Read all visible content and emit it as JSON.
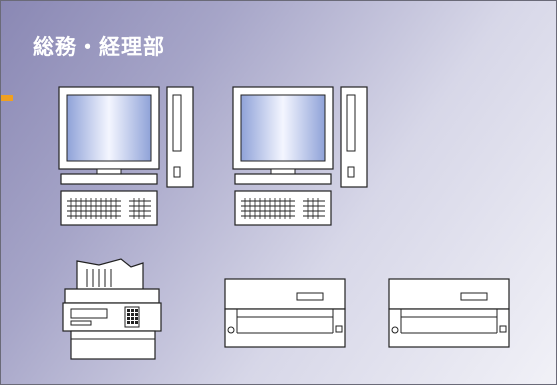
{
  "panel": {
    "title": "総務・経理部",
    "accent_color": "#f0a020"
  },
  "devices": [
    {
      "type": "desktop-pc",
      "icon": "desktop-computer-icon"
    },
    {
      "type": "desktop-pc",
      "icon": "desktop-computer-icon"
    },
    {
      "type": "fax-machine",
      "icon": "fax-machine-icon"
    },
    {
      "type": "printer",
      "icon": "printer-icon"
    },
    {
      "type": "printer",
      "icon": "printer-icon"
    }
  ]
}
